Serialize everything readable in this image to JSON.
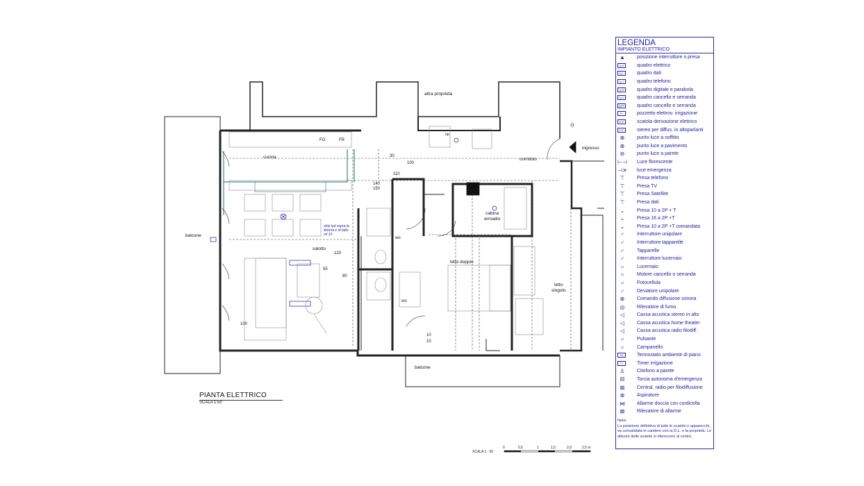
{
  "plan": {
    "rooms": [
      {
        "key": "cucina",
        "label": "cucina"
      },
      {
        "key": "salotto",
        "label": "salotto"
      },
      {
        "key": "balcone_left",
        "label": "balcone"
      },
      {
        "key": "balcone_bottom",
        "label": "balcone"
      },
      {
        "key": "altra",
        "label": "altra proprietà"
      },
      {
        "key": "corridoio",
        "label": "corridoio"
      },
      {
        "key": "ingresso",
        "label": "ingresso"
      },
      {
        "key": "wc1",
        "label": "wc"
      },
      {
        "key": "wc2",
        "label": "wc"
      },
      {
        "key": "letto_doppio",
        "label": "letto doppio"
      },
      {
        "key": "cabina",
        "label": "cabina\narmadio"
      },
      {
        "key": "letto_singolo",
        "label": "letto\nsingolo"
      },
      {
        "key": "rip",
        "label": "rip"
      }
    ],
    "tags": {
      "fo": "FO",
      "fr": "FR",
      "n30": "30",
      "n100": "100",
      "n110": "110",
      "n140": "140",
      "n150": "150",
      "n55": "55",
      "n80": "80",
      "n120": "120",
      "n10a": "10",
      "n10b": "10",
      "n100b": "100"
    },
    "strip_note": "strip led sopra la libreria e di (alto ml 10"
  },
  "title": {
    "main": "PIANTA ELETTRICO",
    "scale": "SCALA 1:50"
  },
  "scalebar": {
    "label": "SCALA 1 : 50",
    "ticks": [
      "0",
      "0,5",
      "1",
      "1,5",
      "2,0",
      "2,5 m"
    ]
  },
  "legend": {
    "title": "LEGENDA",
    "subtitle": "IMPIANTO ELETTRICO",
    "items": [
      {
        "sym": "▲",
        "box": false,
        "label": "posizione interruttore o presa"
      },
      {
        "sym": "Q E",
        "box": true,
        "label": "quadro elettrico"
      },
      {
        "sym": "Q L",
        "box": true,
        "label": "quadro dati"
      },
      {
        "sym": "Q T",
        "box": true,
        "label": "quadro telefono"
      },
      {
        "sym": "Q S",
        "box": true,
        "label": "quadro digitale e parabola"
      },
      {
        "sym": "Q C",
        "box": true,
        "label": "quadro cancello e serranda"
      },
      {
        "sym": "QPF",
        "box": true,
        "label": "quadro cancello e serranda"
      },
      {
        "sym": "P I",
        "box": true,
        "label": "pozzetto elettrov. irrigazione"
      },
      {
        "sym": "D E",
        "box": true,
        "label": "scatola derivazione elettrico"
      },
      {
        "sym": "H F",
        "box": true,
        "label": "stereo per diffus. in altoparlanti"
      },
      {
        "sym": "⊗",
        "box": false,
        "label": "punto luce a soffitto"
      },
      {
        "sym": "⊗",
        "box": false,
        "label": "punto luce a pavimento"
      },
      {
        "sym": "⊖",
        "box": false,
        "label": "punto luce a parete"
      },
      {
        "sym": "⊢⊣",
        "box": false,
        "label": "Luce florescente"
      },
      {
        "sym": "⊣✕",
        "box": false,
        "label": "luce emergenza"
      },
      {
        "sym": "⊤",
        "box": false,
        "label": "Presa telefono"
      },
      {
        "sym": "⊤",
        "box": false,
        "label": "Presa TV"
      },
      {
        "sym": "⊤",
        "box": false,
        "label": "Presa Satellite"
      },
      {
        "sym": "⊤",
        "box": false,
        "label": "Presa dati"
      },
      {
        "sym": "⌄",
        "box": false,
        "label": "Presa 10 a 2P + T"
      },
      {
        "sym": "⌄",
        "box": false,
        "label": "Presa 16 a 2P +T"
      },
      {
        "sym": "⌄",
        "box": false,
        "label": "Presa 10 a 2P +T comandata"
      },
      {
        "sym": "♂",
        "box": false,
        "label": "Interruttore unipolare"
      },
      {
        "sym": "♂",
        "box": false,
        "label": "Interruttore tapparelle"
      },
      {
        "sym": "♂",
        "box": false,
        "label": "Tapparelle"
      },
      {
        "sym": "♂",
        "box": false,
        "label": "Interruttore lucernaio"
      },
      {
        "sym": "○",
        "box": false,
        "label": "Lucernaio"
      },
      {
        "sym": "○",
        "box": false,
        "label": "Motore cancello o serranda"
      },
      {
        "sym": "○",
        "box": false,
        "label": "Fotocellula"
      },
      {
        "sym": "♂",
        "box": false,
        "label": "Deviatore unipolare"
      },
      {
        "sym": "⊗",
        "box": false,
        "label": "Comando diffusione sonora"
      },
      {
        "sym": "◎",
        "box": false,
        "label": "Rilevatore di fumo"
      },
      {
        "sym": "◁",
        "box": false,
        "label": "Cassa acustica stereo in alto"
      },
      {
        "sym": "◁",
        "box": false,
        "label": "Cassa acustica home theater"
      },
      {
        "sym": "◁",
        "box": false,
        "label": "Cassa acustica radio filodiff."
      },
      {
        "sym": "○",
        "box": false,
        "label": "Pulsante"
      },
      {
        "sym": "○",
        "box": false,
        "label": "Campanello"
      },
      {
        "sym": "TA",
        "box": true,
        "label": "Termostato ambiente di piano"
      },
      {
        "sym": "T I",
        "box": true,
        "label": "Timer irrigazione"
      },
      {
        "sym": "♙",
        "box": false,
        "label": "Citofono a parete"
      },
      {
        "sym": "☒",
        "box": false,
        "label": "Torcia autonoma d'emergenza"
      },
      {
        "sym": "⊠",
        "box": false,
        "label": "Central. radio per filodiffusione"
      },
      {
        "sym": "⊗",
        "box": false,
        "label": "Aspiratore"
      },
      {
        "sym": "⋈",
        "box": false,
        "label": "Allarme doccia con cordicella"
      },
      {
        "sym": "⊠",
        "box": false,
        "label": "Rilevatore di allarme"
      }
    ],
    "notes": "Note:\nLa posizione definitiva di tutte le scatole e apparecchi, va convalidata in cantiere con la D.L. e la proprietà. Le altezze delle scatole si riferiscono al centro."
  }
}
